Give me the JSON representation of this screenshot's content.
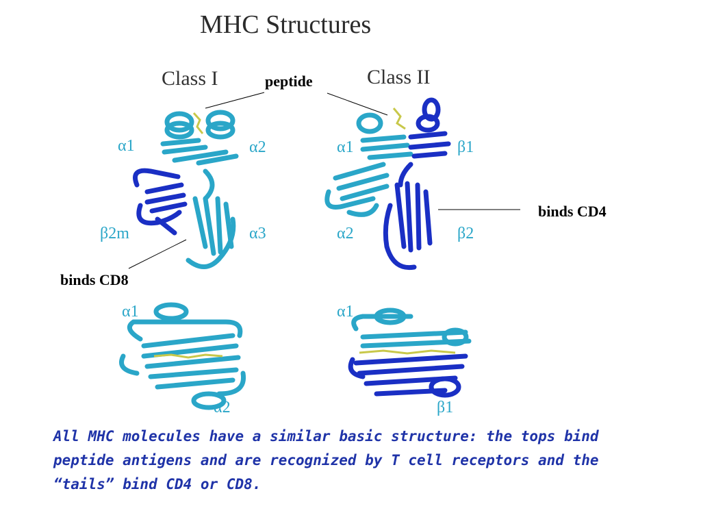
{
  "title": "MHC Structures",
  "class_i": {
    "heading": "Class I",
    "side_labels": [
      "α1",
      "α2",
      "β2m",
      "α3"
    ],
    "top_labels": [
      "α1",
      "α2"
    ]
  },
  "class_ii": {
    "heading": "Class II",
    "side_labels": [
      "α1",
      "β1",
      "α2",
      "β2"
    ],
    "top_labels": [
      "α1",
      "β1"
    ]
  },
  "callouts": {
    "peptide": "peptide",
    "binds_cd4": "binds CD4",
    "binds_cd8": "binds CD8"
  },
  "caption": "All MHC molecules have a similar basic structure: the tops bind peptide antigens and are recognized by T cell receptors and the “tails” bind CD4 or CD8.",
  "colors": {
    "alpha_chain": "#2aa6c8",
    "beta_chain": "#1a2fc4",
    "peptide": "#c8c84a",
    "caption": "#1f33a8"
  }
}
